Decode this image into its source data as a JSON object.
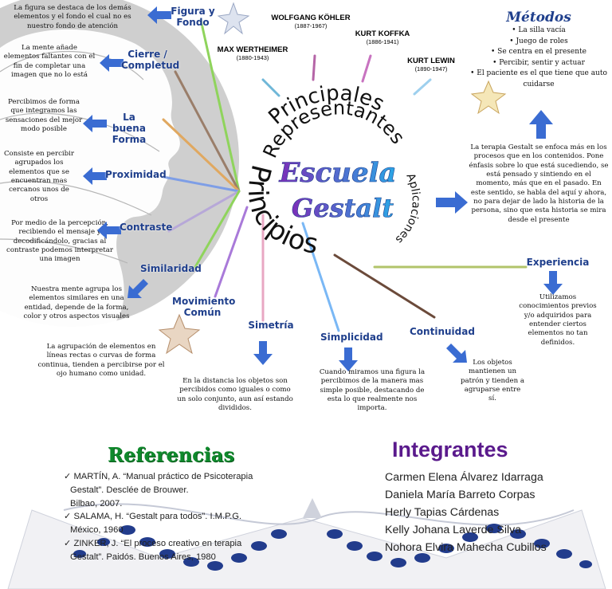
{
  "title": {
    "line1": "Escuela",
    "line2": "Gestalt"
  },
  "arc_labels": {
    "representantes_top": "Principales",
    "representantes_bottom": "Representantes",
    "principios": "Principios",
    "aplicaciones": "Aplicaciones"
  },
  "representatives": [
    {
      "name": "WOLFGANG KÖHLER",
      "years": "(1887-1967)"
    },
    {
      "name": "KURT KOFFKA",
      "years": "(1886-1941)"
    },
    {
      "name": "MAX WERTHEIMER",
      "years": "(1880-1943)"
    },
    {
      "name": "KURT LEWIN",
      "years": "(1890-1947)"
    }
  ],
  "principles": {
    "figura_fondo": {
      "label": "Figura y Fondo",
      "text": "La figura se destaca de los demás elementos y el fondo el cual no es nuestro fondo de atención"
    },
    "cierre": {
      "label": "Cierre / Completud",
      "text": "La mente añade elementos faltantes con el fin de completar una imagen que no lo está"
    },
    "buena_forma": {
      "label": "La buena Forma",
      "text": "Percibimos de forma que integramos las sensaciones del mejor modo posible"
    },
    "proximidad": {
      "label": "Proximidad",
      "text": "Consiste en percibir agrupados los elementos que se encuentran mas cercanos unos de otros"
    },
    "contraste": {
      "label": "Contraste",
      "text": "Por medio de la percepción, recibiendo el mensaje y decodificándolo, gracias al contraste podemos interpretar una imagen"
    },
    "similaridad": {
      "label": "Similaridad",
      "text": "Nuestra mente agrupa los elementos similares en una entidad, depende de la forma, color y otros aspectos visuales"
    },
    "movimiento": {
      "label": "Movimiento Común",
      "text": "La agrupación de elementos en líneas rectas o curvas de forma continua, tienden a percibirse por el ojo humano como unidad."
    },
    "simetria": {
      "label": "Simetría",
      "text": "En la distancia los objetos son percibidos como iguales o como un solo conjunto, aun así estando divididos."
    },
    "simplicidad": {
      "label": "Simplicidad",
      "text": "Cuando miramos una figura la percibimos de la manera mas simple posible, destacando de esta lo que realmente nos importa."
    },
    "continuidad": {
      "label": "Continuidad",
      "text": "Los objetos mantienen un patrón y tienden a agruparse entre sí."
    },
    "experiencia": {
      "label": "Experiencia",
      "text": "Utilizamos conocimientos previos y/o adquiridos para entender ciertos elementos no tan definidos."
    }
  },
  "aplicaciones_text": "La terapia Gestalt se enfoca más en los procesos que en los contenidos. Pone énfasis sobre lo que está sucediendo, se está pensado y sintiendo en el momento, más que en el pasado. En este sentido, se habla del aquí y ahora, no para dejar de lado la historia de la persona, sino que esta historia se mira desde el presente",
  "metodos": {
    "title": "Métodos",
    "items": [
      "La silla vacía",
      "Juego de roles",
      "Se centra en el presente",
      "Percibir, sentir y actuar",
      "El paciente es el que tiene que auto cuidarse"
    ]
  },
  "referencias": {
    "title": "Referencias",
    "items": [
      {
        "line1": "MARTÍN, A. “Manual práctico de Psicoterapia",
        "line2": "Gestalt”. Desclée de Brouwer.",
        "line3": "Bilbao, 2007."
      },
      {
        "line1": "SALAMA, H. “Gestalt para todos”. I.M.P.G.",
        "line2": "México, 1960",
        "line3": ""
      },
      {
        "line1": "ZINKER, J. “El proceso creativo en terapia",
        "line2": "Gestalt”. Paidós. Buenos Aires, 1980",
        "line3": ""
      }
    ]
  },
  "integrantes": {
    "title": "Integrantes",
    "items": [
      "Carmen Elena Álvarez Idarraga",
      "Daniela María Barreto Corpas",
      "Herly Tapias Cárdenas",
      "Kelly Johana Laverde Silva",
      "Nohora Elvira Mahecha Cubillos"
    ]
  },
  "colors": {
    "title_blue": "#1f3f8c",
    "title_gradient_a": "#7b2fb8",
    "title_gradient_b": "#2aa7e6",
    "arrow_blue": "#3a6cd2",
    "ref_green": "#0f8a2c",
    "integrantes_purple": "#5a1a8c",
    "line_brown": "#6b4a3a"
  }
}
